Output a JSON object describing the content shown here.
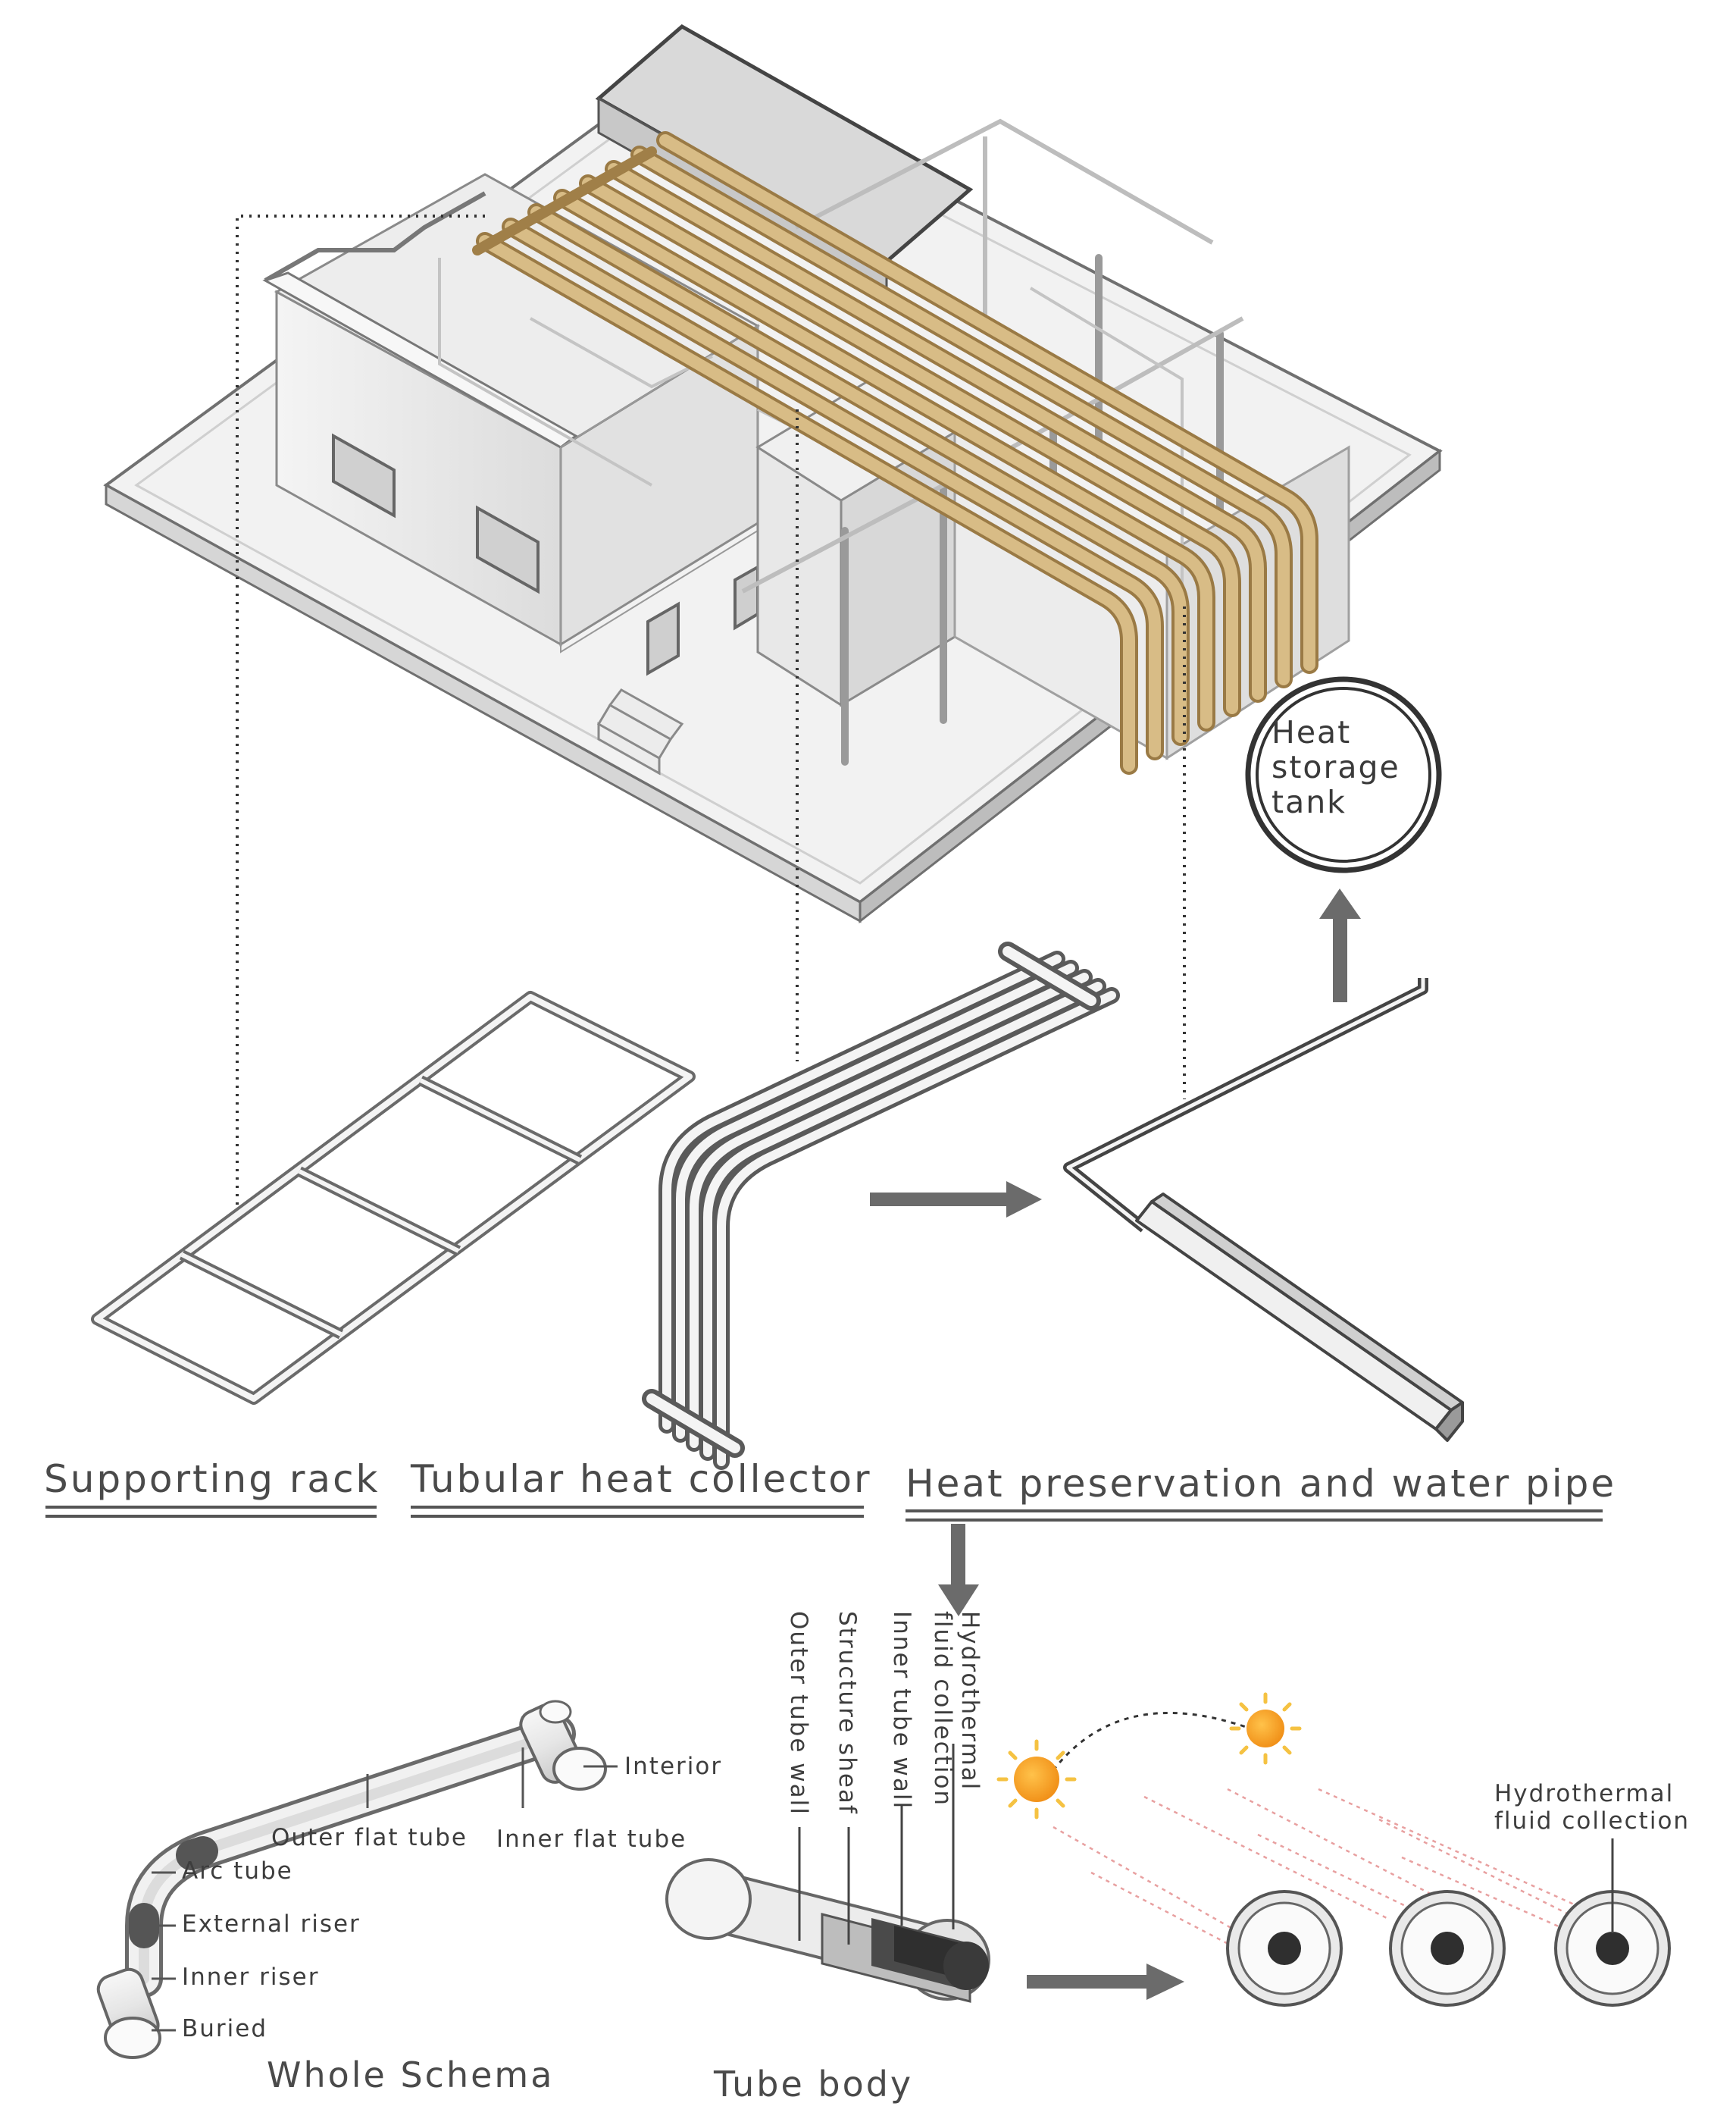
{
  "sections": {
    "supporting_rack": "Supporting rack",
    "tubular_heat_collector": "Tubular heat collector",
    "heat_preservation": "Heat preservation and water pipe"
  },
  "tank": {
    "label_line1": "Heat",
    "label_line2": "storage",
    "label_line3": "tank"
  },
  "whole_schema": {
    "title": "Whole Schema",
    "labels": {
      "interior": "Interior",
      "outer_flat_tube": "Outer flat tube",
      "inner_flat_tube": "Inner flat tube",
      "arc_tube": "Arc tube",
      "external_riser": "External riser",
      "inner_riser": "Inner riser",
      "buried": "Buried"
    }
  },
  "tube_body": {
    "title": "Tube body",
    "layers": {
      "outer_tube_wall": "Outer tube wall",
      "structure_sheaf": "Structure sheaf",
      "inner_tube_wall": "Inner tube wall",
      "hydrothermal_line1": "Hydrothermal",
      "hydrothermal_line2": "fluid collection"
    }
  },
  "cross_section": {
    "label_line1": "Hydrothermal",
    "label_line2": "fluid collection"
  },
  "colors": {
    "pipe_gold": "#c9ab78",
    "sun_orange": "#f29a1f",
    "sun_ray": "#f5c242",
    "arrow_gray": "#6b6b6b",
    "outline": "#5e5e5e"
  }
}
